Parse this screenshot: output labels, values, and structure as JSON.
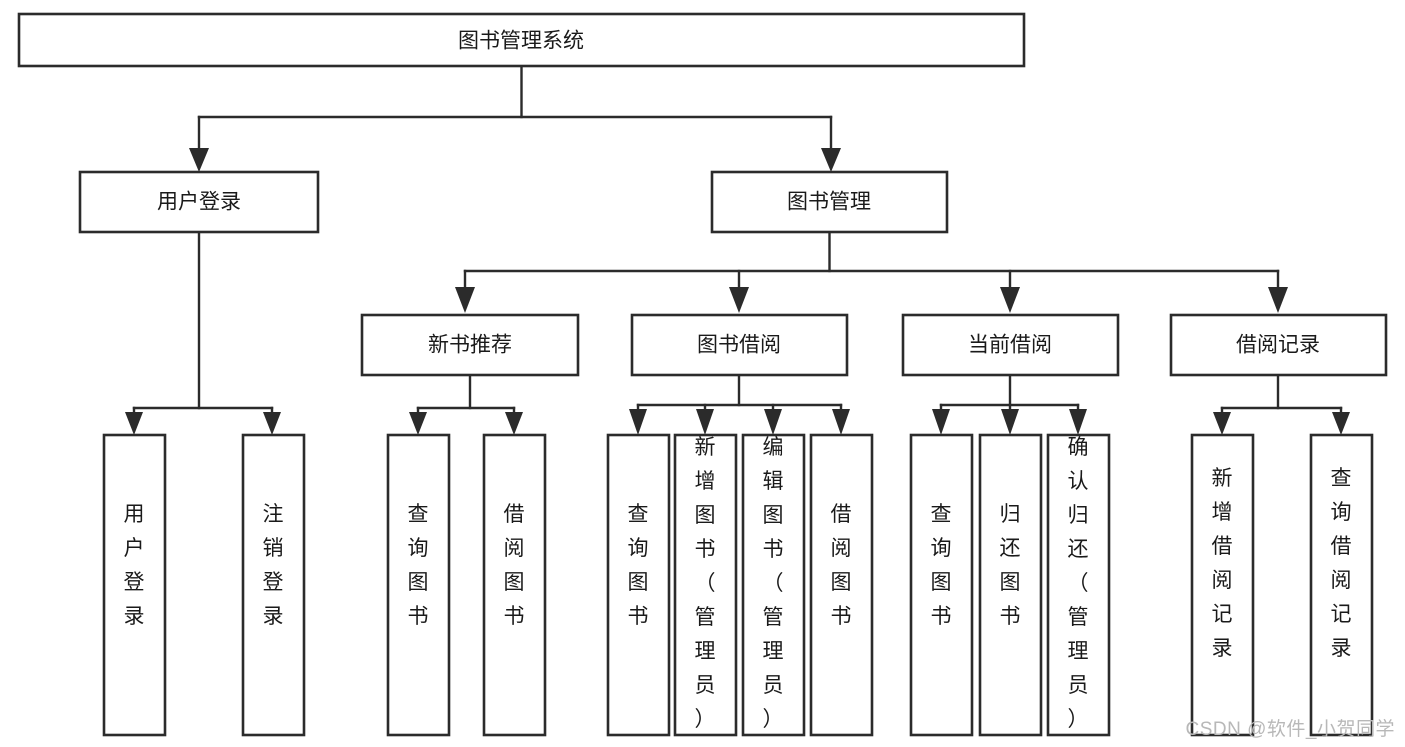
{
  "diagram": {
    "title": "图书管理系统",
    "watermark": "CSDN @软件_小贺同学",
    "type": "tree",
    "orientation": "top-down",
    "colors": {
      "box_fill": "#ffffff",
      "box_stroke": "#2b2b2b",
      "connector": "#2b2b2b",
      "text": "#1a1a1a",
      "background": "#ffffff",
      "watermark": "#b8b8b8"
    },
    "levels": [
      {
        "level": 1,
        "nodes": [
          {
            "id": "root",
            "label": "图书管理系统",
            "orientation": "horizontal"
          }
        ]
      },
      {
        "level": 2,
        "nodes": [
          {
            "id": "l2-user-login",
            "label": "用户登录",
            "orientation": "horizontal",
            "parent": "root"
          },
          {
            "id": "l2-book-manage",
            "label": "图书管理",
            "orientation": "horizontal",
            "parent": "root"
          }
        ]
      },
      {
        "level": 3,
        "nodes": [
          {
            "id": "l3-new-book",
            "label": "新书推荐",
            "orientation": "horizontal",
            "parent": "l2-book-manage"
          },
          {
            "id": "l3-book-borrow",
            "label": "图书借阅",
            "orientation": "horizontal",
            "parent": "l2-book-manage"
          },
          {
            "id": "l3-current-borrow",
            "label": "当前借阅",
            "orientation": "horizontal",
            "parent": "l2-book-manage"
          },
          {
            "id": "l3-borrow-record",
            "label": "借阅记录",
            "orientation": "horizontal",
            "parent": "l2-book-manage"
          }
        ]
      },
      {
        "level": 4,
        "nodes": [
          {
            "id": "leaf-1",
            "label": "用户登录",
            "orientation": "vertical",
            "parent": "l2-user-login"
          },
          {
            "id": "leaf-2",
            "label": "注销登录",
            "orientation": "vertical",
            "parent": "l2-user-login"
          },
          {
            "id": "leaf-3",
            "label": "查询图书",
            "orientation": "vertical",
            "parent": "l3-new-book"
          },
          {
            "id": "leaf-4",
            "label": "借阅图书",
            "orientation": "vertical",
            "parent": "l3-new-book"
          },
          {
            "id": "leaf-5",
            "label": "查询图书",
            "orientation": "vertical",
            "parent": "l3-book-borrow"
          },
          {
            "id": "leaf-6",
            "label": "新增图书（管理员）",
            "orientation": "vertical",
            "parent": "l3-book-borrow"
          },
          {
            "id": "leaf-7",
            "label": "编辑图书（管理员）",
            "orientation": "vertical",
            "parent": "l3-book-borrow"
          },
          {
            "id": "leaf-8",
            "label": "借阅图书",
            "orientation": "vertical",
            "parent": "l3-book-borrow"
          },
          {
            "id": "leaf-9",
            "label": "查询图书",
            "orientation": "vertical",
            "parent": "l3-current-borrow"
          },
          {
            "id": "leaf-10",
            "label": "归还图书",
            "orientation": "vertical",
            "parent": "l3-current-borrow"
          },
          {
            "id": "leaf-11",
            "label": "确认归还（管理员）",
            "orientation": "vertical",
            "parent": "l3-current-borrow"
          },
          {
            "id": "leaf-12",
            "label": "新增借阅记录",
            "orientation": "vertical",
            "parent": "l3-borrow-record"
          },
          {
            "id": "leaf-13",
            "label": "查询借阅记录",
            "orientation": "vertical",
            "parent": "l3-borrow-record"
          }
        ]
      }
    ]
  }
}
